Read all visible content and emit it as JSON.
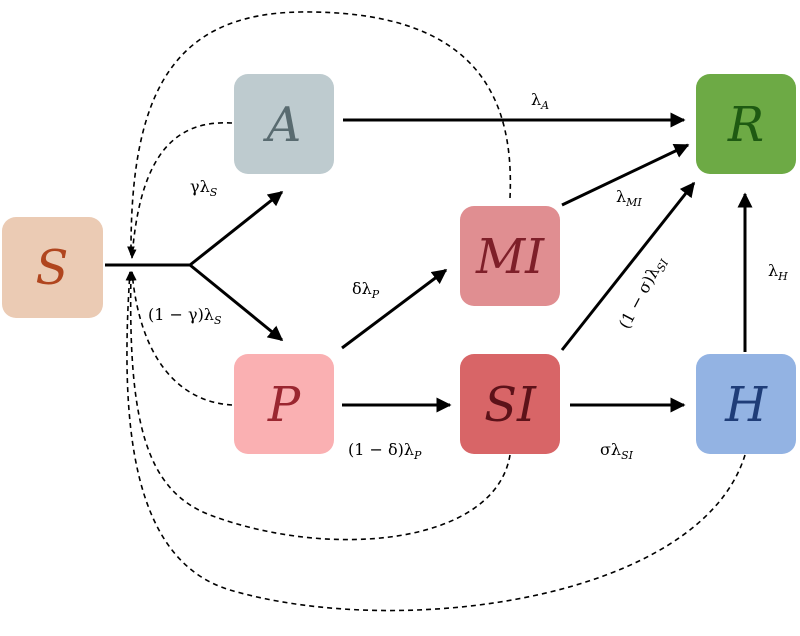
{
  "nodes": {
    "S": {
      "label": "S",
      "fill": "#EBCBB4",
      "text_color": "#B0451E"
    },
    "A": {
      "label": "A",
      "fill": "#BECBCF",
      "text_color": "#596B70"
    },
    "P": {
      "label": "P",
      "fill": "#FAB0B2",
      "text_color": "#9A2630"
    },
    "MI": {
      "label": "MI",
      "fill": "#E08E91",
      "text_color": "#7E1F29"
    },
    "SI": {
      "label": "SI",
      "fill": "#D86567",
      "text_color": "#5C1219"
    },
    "R": {
      "label": "R",
      "fill": "#6DAA45",
      "text_color": "#1E5A12"
    },
    "H": {
      "label": "H",
      "fill": "#93B3E3",
      "text_color": "#1F3D78"
    }
  },
  "edges": {
    "S_A": {
      "label": "γλ_S"
    },
    "S_P": {
      "label": "(1 − γ)λ_S"
    },
    "A_R": {
      "label": "λ_A"
    },
    "P_MI": {
      "label": "δλ_P"
    },
    "P_SI": {
      "label": "(1 − δ)λ_P"
    },
    "MI_R": {
      "label": "λ_MI"
    },
    "SI_R": {
      "label": "(1 − σ)λ_SI"
    },
    "SI_H": {
      "label": "σλ_SI"
    },
    "H_R": {
      "label": "λ_H"
    }
  }
}
